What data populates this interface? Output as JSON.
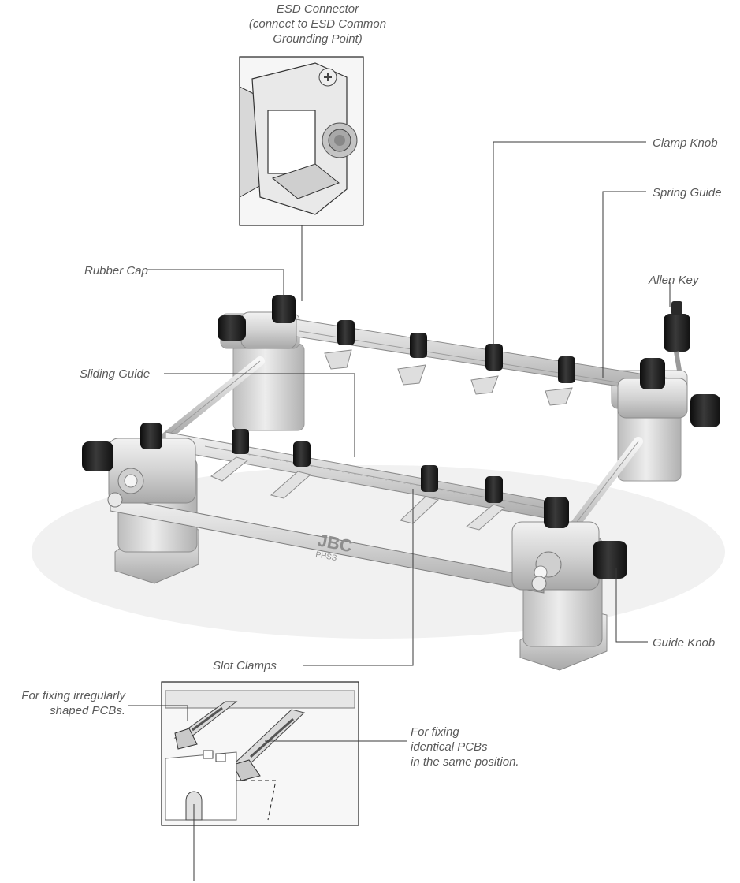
{
  "labels": {
    "esd_connector": [
      "ESD Connector",
      "(connect to ESD Common",
      "Grounding Point)"
    ],
    "clamp_knob": "Clamp Knob",
    "spring_guide": "Spring Guide",
    "rubber_cap": "Rubber Cap",
    "allen_key": "Allen Key",
    "sliding_guide": "Sliding Guide",
    "guide_knob": "Guide Knob",
    "slot_clamps": "Slot Clamps",
    "irregular_pcbs": [
      "For fixing irregularly",
      "shaped PCBs."
    ],
    "identical_pcbs": [
      "For fixing",
      "identical PCBs",
      "in the same position."
    ]
  },
  "branding": {
    "logo": "JBC",
    "model": "PHSS"
  },
  "colors": {
    "metal_light": "#e4e4e4",
    "metal_mid": "#c8c8c8",
    "metal_dark": "#9a9a9a",
    "knob": "#1e1e1e",
    "leader_line": "#3a3a3a",
    "label_text": "#5a5a5a"
  }
}
